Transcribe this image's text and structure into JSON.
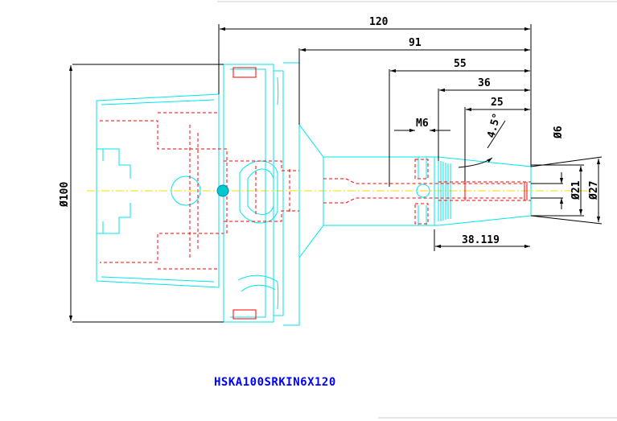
{
  "title": "HSKA100SRKIN6X120",
  "dimensions": {
    "total_length": "120",
    "length_91": "91",
    "length_55": "55",
    "length_36": "36",
    "length_25": "25",
    "thread": "M6",
    "angle": "4.5°",
    "bore": "Ø6",
    "dia_21": "Ø21",
    "dia_27": "Ø27",
    "dia_100": "Ø100",
    "taper_length": "38.119"
  },
  "colors": {
    "outline": "#00e5ee",
    "hidden": "#ff0000",
    "dimension": "#000000",
    "centerline": "#ffd700",
    "title": "#0000ff"
  }
}
